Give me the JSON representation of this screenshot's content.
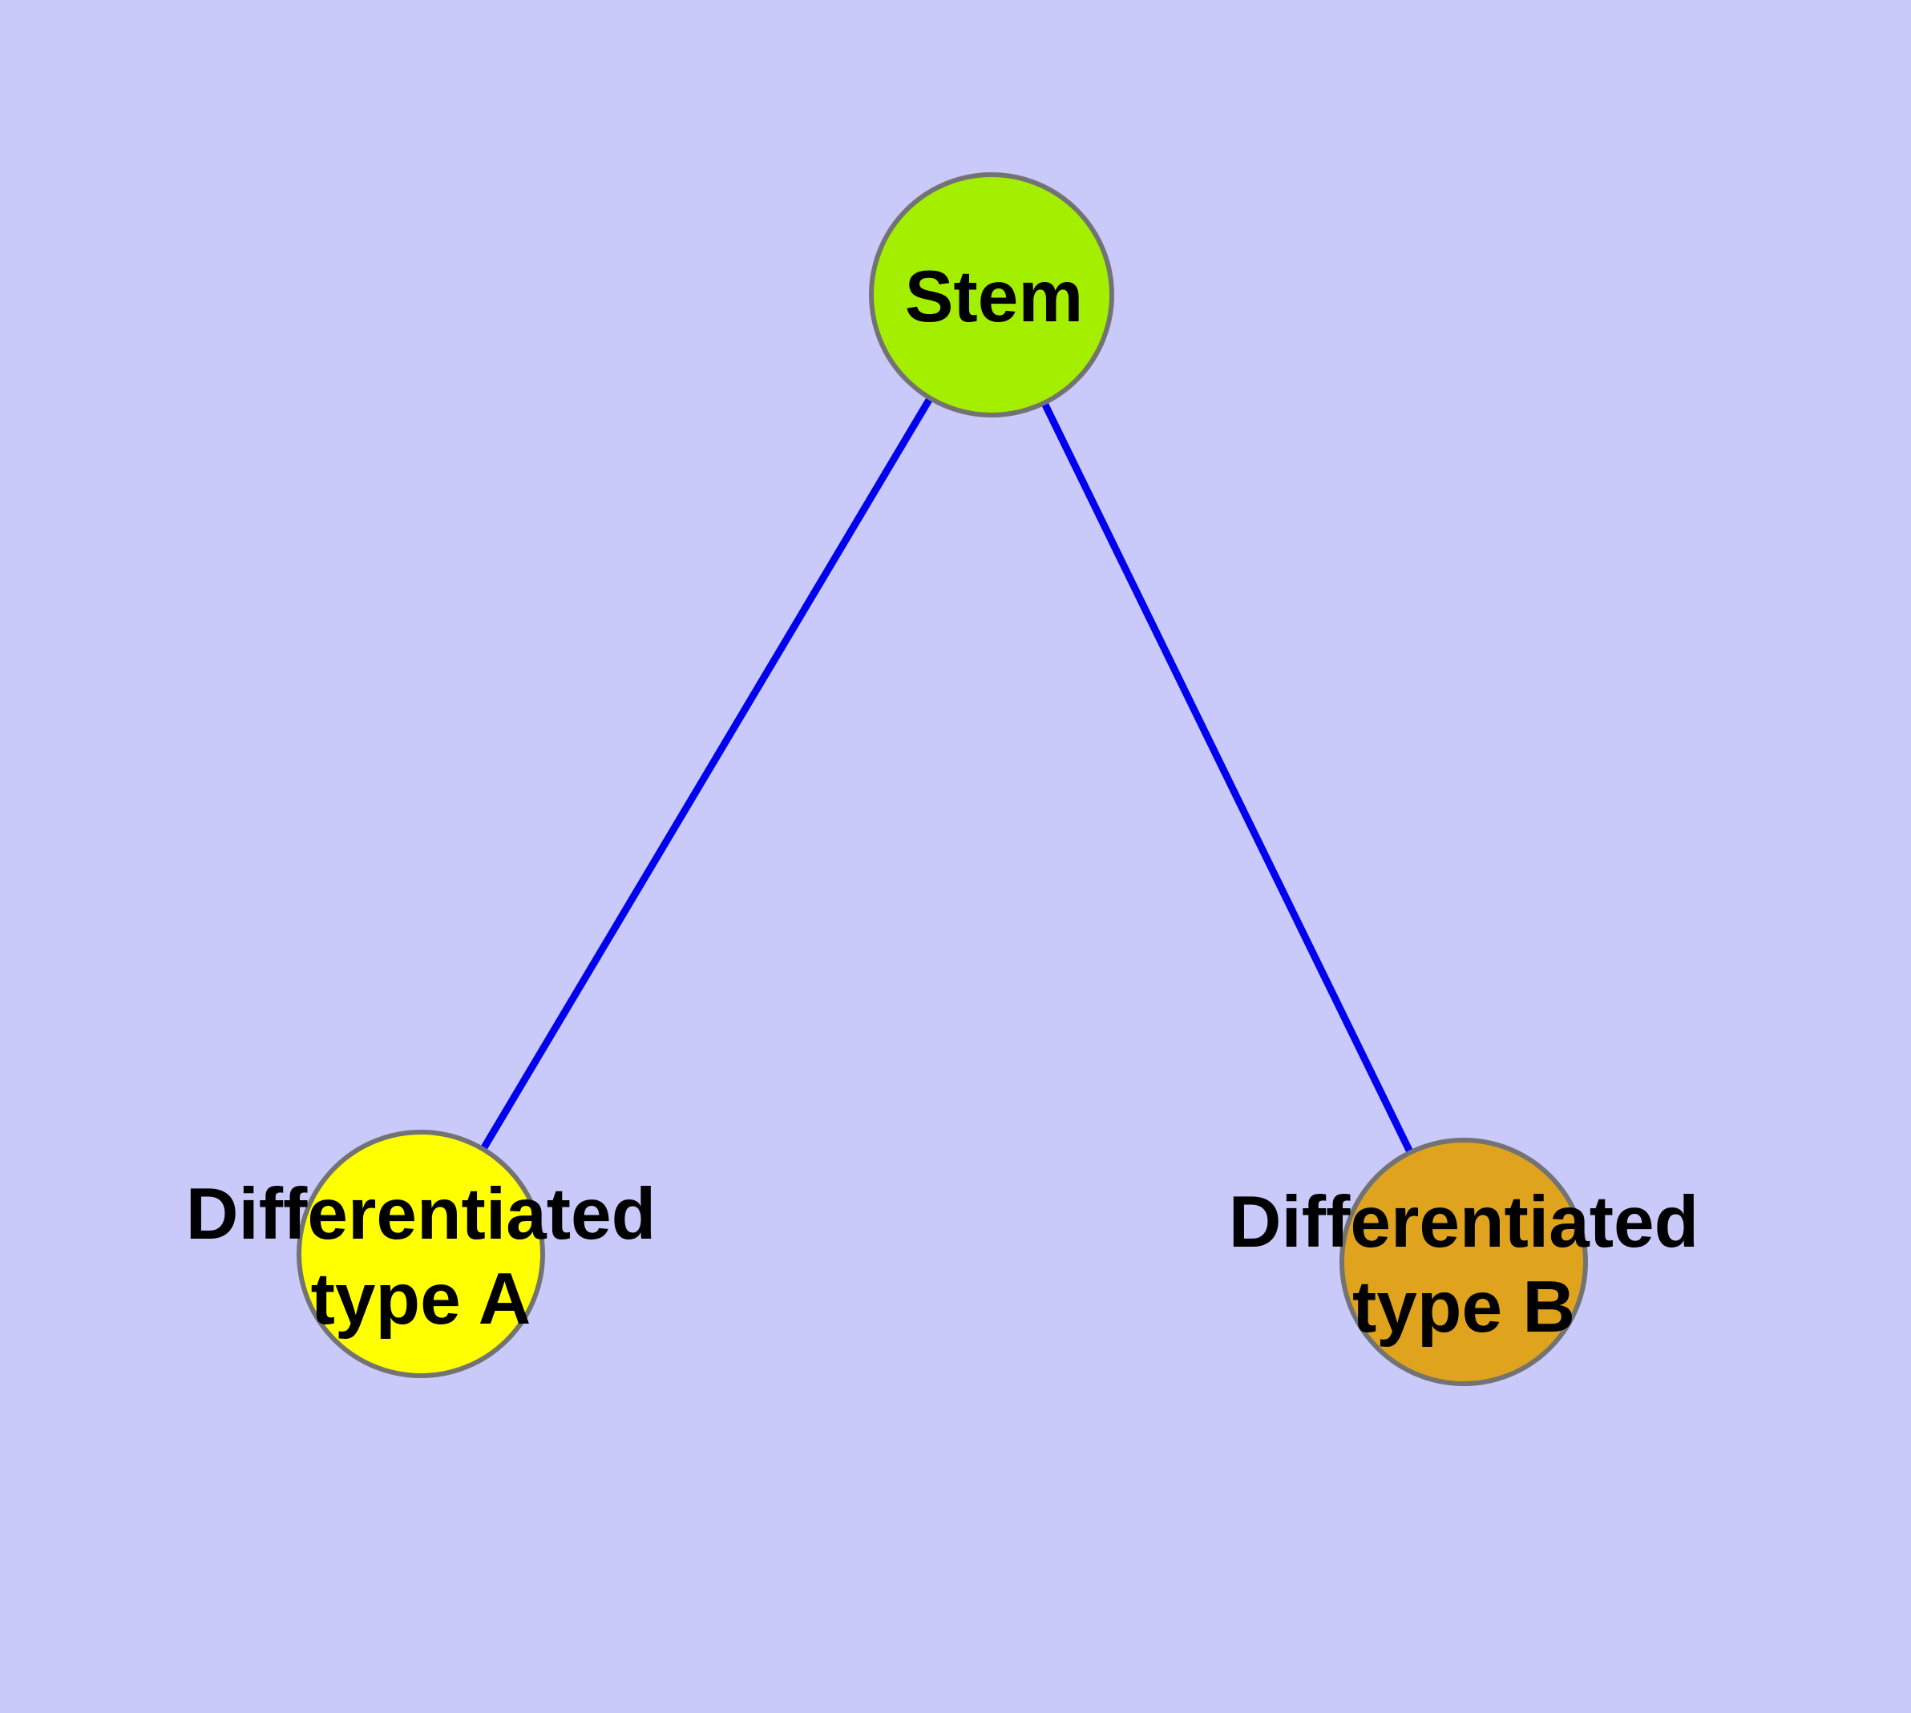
{
  "figure": {
    "background_color": "#C9C9FA",
    "edge_color": "#0000EE",
    "node_border_color": "#737373",
    "label_color": "#000000"
  },
  "nodes": [
    {
      "id": "stem",
      "label": "Stem",
      "fill": "#A4EE00"
    },
    {
      "id": "differentiated-type-a",
      "label_line1": "Differentiated",
      "label_line2": "type A",
      "fill": "#FFFF00"
    },
    {
      "id": "differentiated-type-b",
      "label_line1": "Differentiated",
      "label_line2": "type B",
      "fill": "#DFA31E"
    }
  ],
  "edges": [
    {
      "from": "Stem",
      "to": "Differentiated type A"
    },
    {
      "from": "Stem",
      "to": "Differentiated type B"
    }
  ]
}
